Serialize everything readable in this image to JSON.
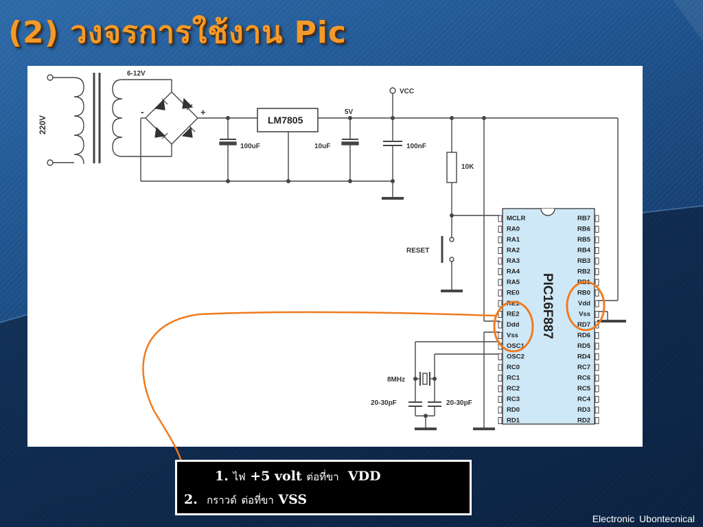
{
  "slide": {
    "title": "(2) วงจรการใช้งาน Pic",
    "footer": "Electronic  Ubontecnical"
  },
  "schematic": {
    "transformer_input": "220V",
    "secondary_voltage": "6-12V",
    "bridge_minus": "-",
    "bridge_plus": "+",
    "regulator": "LM7805",
    "reg_output": "5V",
    "vcc": "VCC",
    "cap1": "100uF",
    "cap2": "10uF",
    "cap3": "100nF",
    "resistor": "10K",
    "reset": "RESET",
    "crystal": "8MHz",
    "cap_osc_left": "20-30pF",
    "cap_osc_right": "20-30pF",
    "chip": "PIC16F887",
    "left_pins": [
      "MCLR",
      "RA0",
      "RA1",
      "RA2",
      "RA3",
      "RA4",
      "RA5",
      "RE0",
      "RE1",
      "RE2",
      "Ddd",
      "Vss",
      "OSC1",
      "OSC2",
      "RC0",
      "RC1",
      "RC2",
      "RC3",
      "RD0",
      "RD1"
    ],
    "right_pins": [
      "RB7",
      "RB6",
      "RB5",
      "RB4",
      "RB3",
      "RB2",
      "RB1",
      "RB0",
      "Vdd",
      "Vss",
      "RD7",
      "RD6",
      "RD5",
      "RD4",
      "RC7",
      "RC6",
      "RC5",
      "RC4",
      "RD3",
      "RD2"
    ]
  },
  "note": {
    "line1_num": "1.",
    "line1_thai_a": "ไฟ",
    "line1_value": "+5 volt",
    "line1_thai_b": "ต่อที่ขา",
    "line1_pin": "VDD",
    "line2_num": "2.",
    "line2_thai_a": "กราวด์",
    "line2_thai_b": "ต่อที่ขา",
    "line2_pin": "VSS"
  },
  "colors": {
    "title": "#f39a2a",
    "highlight": "#f07a1e",
    "chip_fill": "#cfe8f7"
  }
}
